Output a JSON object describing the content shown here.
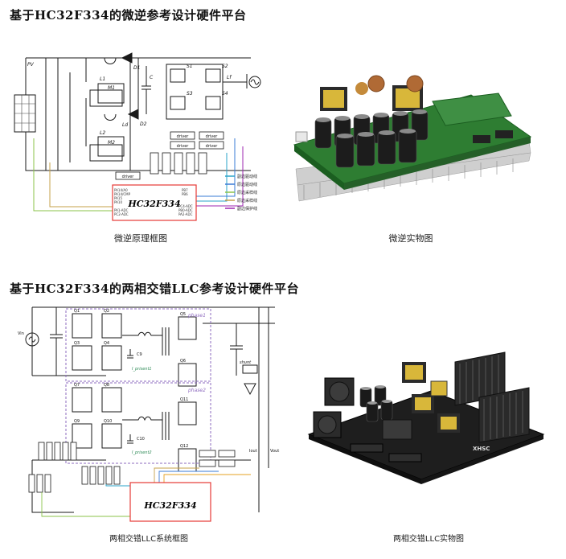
{
  "section1": {
    "title": "基于HC32F334的微逆参考设计硬件平台",
    "diagram_caption": "微逆原理框图",
    "photo_caption": "微逆实物图",
    "mcu": "HC32F334",
    "pv_label": "PV",
    "legend": [
      "副边驱动线",
      "原边驱动线",
      "原边采样线",
      "原边采样线",
      "副边保护线"
    ],
    "legend_colors": [
      "#2aa3c9",
      "#3a7bd5",
      "#8bc34a",
      "#c6a04a",
      "#9c27b0"
    ],
    "driver_label": "driver",
    "components": [
      "L1",
      "L2",
      "D1",
      "D2",
      "M1",
      "M2",
      "S1",
      "S2",
      "S3",
      "S4",
      "Lf",
      "Ld",
      "C"
    ],
    "mcu_pins_left": [
      "PA14/A0",
      "PA14/CMP",
      "PA15",
      "PA10",
      "PA1-ADC",
      "PC2-ADC"
    ],
    "mcu_pins_right": [
      "PB7",
      "PB6",
      "PC4-ADC",
      "PB0-ADC",
      "PA2-ADC"
    ]
  },
  "section2": {
    "title": "基于HC32F334的两相交错LLC参考设计硬件平台",
    "diagram_caption": "两相交错LLC系统框图",
    "photo_caption": "两相交错LLC实物图",
    "mcu": "HC32F334",
    "vin_label": "Vin",
    "vout_label": "Vout",
    "iout_label": "Iout",
    "phase1": "phase1",
    "phase2": "phase2",
    "shunt": "shunt",
    "switches": [
      "Q1",
      "Q2",
      "Q3",
      "Q4",
      "Q5",
      "Q6",
      "Q7",
      "Q8",
      "Q9",
      "Q10",
      "Q11",
      "Q12"
    ],
    "caps": [
      "C9",
      "C10"
    ],
    "current_labels": [
      "I_prisent1",
      "I_prisent2"
    ],
    "board_brand": "XHSC"
  },
  "colors": {
    "schematic_line": "#1a1a1a",
    "mcu_border": "#e53935",
    "phase_box": "#8e6bbf",
    "pcb_green": "#2e7d32",
    "pcb_black": "#1b1b1b",
    "heatsink": "#c9c9c9"
  }
}
